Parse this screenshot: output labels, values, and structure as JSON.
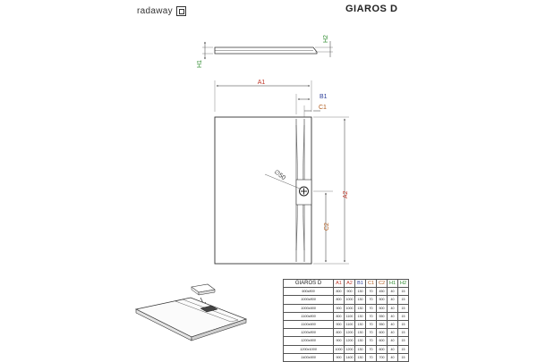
{
  "brand": {
    "logo_text": "radaway"
  },
  "product": {
    "name": "GIAROS D"
  },
  "dimensions": {
    "h1": "H1",
    "h2": "H2",
    "a1": "A1",
    "b1": "B1",
    "c1": "C1",
    "a2": "A2",
    "c2": "C2",
    "drain_diameter": "∅50"
  },
  "colors": {
    "h_labels": "#2e8b2e",
    "a1_label": "#c0392b",
    "b1_label": "#2c3e99",
    "c1_label": "#b05a1a",
    "a2_label": "#c0392b",
    "c2_label": "#b05a1a",
    "outline": "#333333"
  },
  "table": {
    "headers": [
      {
        "label": "GIAROS D",
        "color": ""
      },
      {
        "label": "A1",
        "color": "red"
      },
      {
        "label": "A2",
        "color": "red"
      },
      {
        "label": "B1",
        "color": "blue"
      },
      {
        "label": "C1",
        "color": "orange"
      },
      {
        "label": "C2",
        "color": "orange"
      },
      {
        "label": "H1",
        "color": "green"
      },
      {
        "label": "H2",
        "color": "green"
      }
    ],
    "rows": [
      [
        "900x800",
        "800",
        "900",
        "130",
        "70",
        "450",
        "40",
        "15"
      ],
      [
        "1000x800",
        "800",
        "1000",
        "130",
        "70",
        "500",
        "40",
        "15"
      ],
      [
        "1000x900",
        "900",
        "1000",
        "130",
        "70",
        "500",
        "40",
        "15"
      ],
      [
        "1100x800",
        "800",
        "1100",
        "130",
        "70",
        "550",
        "40",
        "15"
      ],
      [
        "1100x900",
        "900",
        "1100",
        "130",
        "70",
        "550",
        "40",
        "15"
      ],
      [
        "1200x800",
        "800",
        "1200",
        "130",
        "70",
        "600",
        "40",
        "15"
      ],
      [
        "1200x900",
        "900",
        "1200",
        "130",
        "70",
        "600",
        "40",
        "15"
      ],
      [
        "1200x1000",
        "1000",
        "1200",
        "130",
        "70",
        "600",
        "40",
        "15"
      ],
      [
        "1400x900",
        "900",
        "1400",
        "130",
        "70",
        "700",
        "40",
        "15"
      ]
    ]
  }
}
